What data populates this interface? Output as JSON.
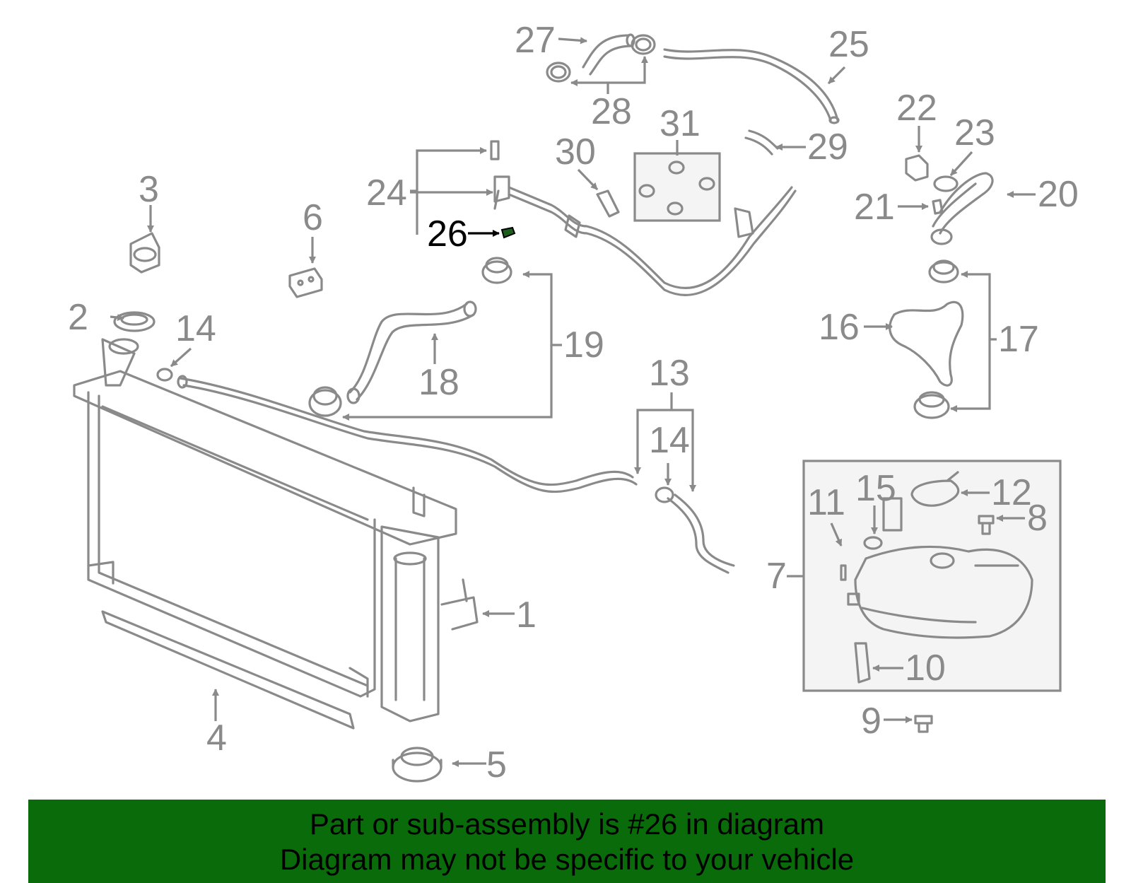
{
  "callouts": [
    "1",
    "2",
    "3",
    "4",
    "5",
    "6",
    "7",
    "8",
    "9",
    "10",
    "11",
    "12",
    "13",
    "14",
    "14",
    "15",
    "16",
    "17",
    "18",
    "19",
    "20",
    "21",
    "22",
    "23",
    "24",
    "25",
    "26",
    "27",
    "28",
    "29",
    "30",
    "31"
  ],
  "highlight_callout": "26",
  "banner": {
    "line1": "Part or sub-assembly is #26 in diagram",
    "line2": "Diagram may not be specific to your vehicle"
  },
  "colors": {
    "line": "#8a8a8a",
    "highlight": "#000000",
    "banner_bg": "#0a6b0a",
    "highlight_part": "#1d5e1d"
  }
}
